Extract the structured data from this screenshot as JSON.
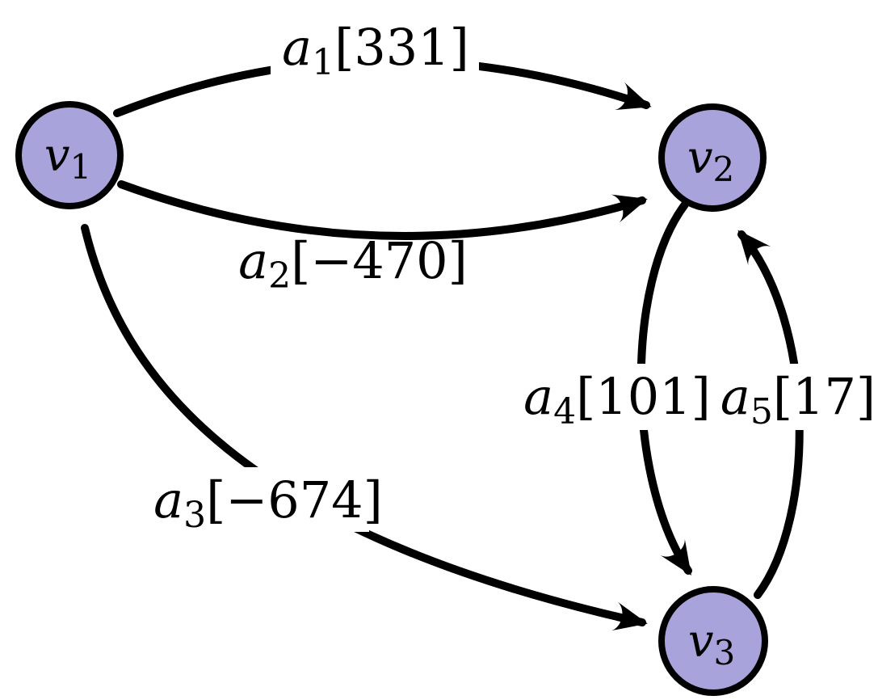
{
  "diagram": {
    "type": "directed-graph",
    "node_fill": "#a9a3db",
    "node_stroke": "#000000",
    "edge_color": "#000000",
    "nodes": [
      {
        "id": "v1",
        "name": "v",
        "sub": "1"
      },
      {
        "id": "v2",
        "name": "v",
        "sub": "2"
      },
      {
        "id": "v3",
        "name": "v",
        "sub": "3"
      }
    ],
    "edges": [
      {
        "id": "a1",
        "name": "a",
        "sub": "1",
        "weight": "[331]",
        "from": "v1",
        "to": "v2"
      },
      {
        "id": "a2",
        "name": "a",
        "sub": "2",
        "weight": "[−470]",
        "from": "v1",
        "to": "v2"
      },
      {
        "id": "a3",
        "name": "a",
        "sub": "3",
        "weight": "[−674]",
        "from": "v1",
        "to": "v3"
      },
      {
        "id": "a4",
        "name": "a",
        "sub": "4",
        "weight": "[101]",
        "from": "v2",
        "to": "v3"
      },
      {
        "id": "a5",
        "name": "a",
        "sub": "5",
        "weight": "[17]",
        "from": "v3",
        "to": "v2"
      }
    ]
  }
}
